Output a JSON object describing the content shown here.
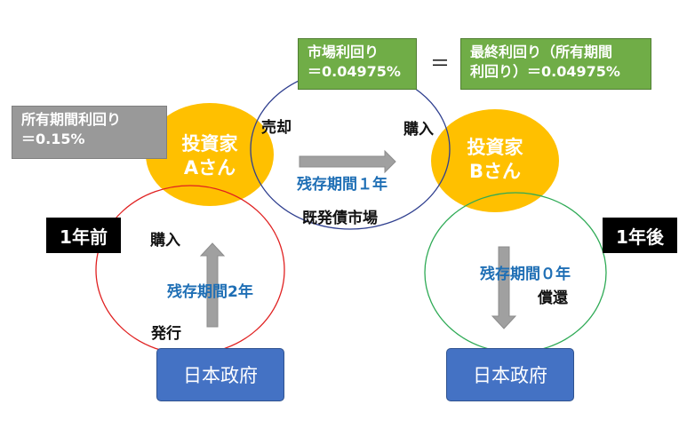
{
  "investor_a": {
    "line1": "投資家",
    "line2": "Aさん"
  },
  "investor_b": {
    "line1": "投資家",
    "line2": "Bさん"
  },
  "market_yield": {
    "line1": "市場利回り",
    "line2": "＝0.04975%"
  },
  "equals_sign": "＝",
  "final_yield": {
    "line1": "最終利回り（所有期間",
    "line2": "利回り）＝0.04975%"
  },
  "holding_yield": {
    "line1": "所有期間利回り",
    "line2": "＝0.15%"
  },
  "labels": {
    "sell": "売却",
    "buy_b": "購入",
    "remaining_1y": "残存期間１年",
    "secondary_market": "既発債市場",
    "one_year_before": "1年前",
    "buy_a": "購入",
    "remaining_2y": "残存期間2年",
    "issue": "発行",
    "one_year_after": "1年後",
    "remaining_0y": "残存期間０年",
    "redemption": "償還"
  },
  "government_left": "日本政府",
  "government_right": "日本政府",
  "colors": {
    "investor_fill": "#ffc000",
    "government_fill": "#4472c4",
    "green_box": "#70ad47",
    "gray_box": "#999999",
    "circle_red": "#e02020",
    "circle_navy": "#2f3f8f",
    "circle_green": "#2eaa55",
    "arrow_gray": "#a0a0a0",
    "accent_blue": "#1f6fb5"
  }
}
